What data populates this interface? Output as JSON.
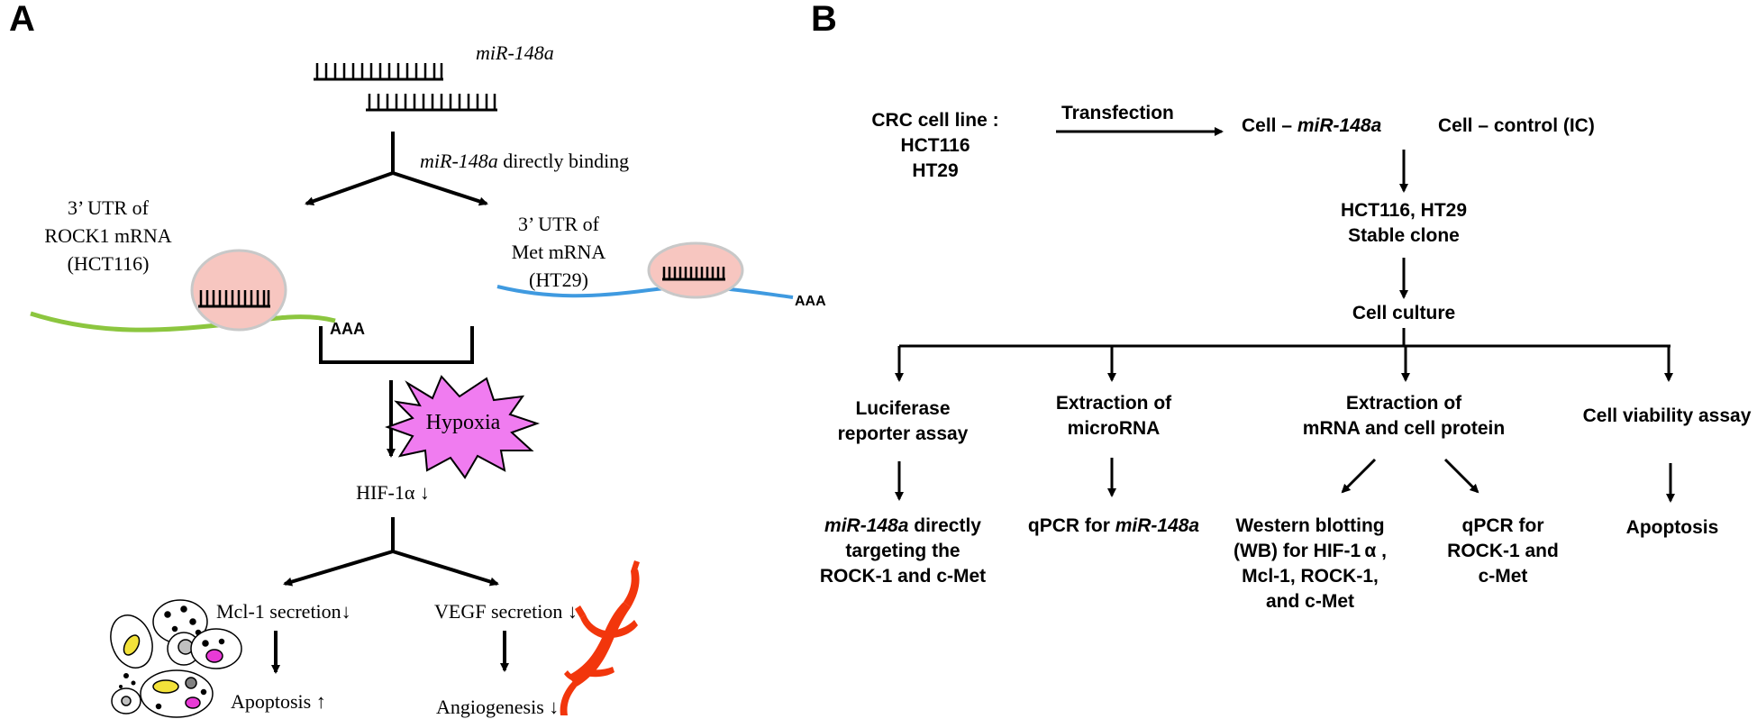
{
  "panel_a": {
    "letter": "A",
    "mirna_label": "miR-148a",
    "binding_italic": "miR-148a",
    "binding_rest": " directly binding",
    "rock1_line1": "3’ UTR of",
    "rock1_line2": "ROCK1 mRNA",
    "rock1_line3": "(HCT116)",
    "met_line1": "3’ UTR of",
    "met_line2": "Met mRNA",
    "met_line3": "(HT29)",
    "polya_left": "AAA",
    "polya_right": "AAA",
    "hypoxia": "Hypoxia",
    "hif": "HIF-1α ↓",
    "mcl1": "Mcl-1 secretion↓",
    "vegf": "VEGF secretion ↓",
    "apoptosis": "Apoptosis ↑",
    "angiogenesis": "Angiogenesis ↓",
    "colors": {
      "rock1_strand": "#8cc63f",
      "met_strand": "#3f9ae0",
      "circle_fill": "#f7c6c0",
      "circle_edge": "#c8c8c8",
      "hypoxia_fill": "#f07cf0",
      "vessel": "#f2360c",
      "cell_yellow": "#f3e23a",
      "cell_magenta": "#e83ad6"
    }
  },
  "panel_b": {
    "letter": "B",
    "crc_line1": "CRC cell line :",
    "crc_line2": "HCT116",
    "crc_line3": "HT29",
    "transfection": "Transfection",
    "cell_mir_prefix": "Cell – ",
    "cell_mir_italic": "miR-148a",
    "cell_control": "Cell – control (IC)",
    "stable_line1": "HCT116, HT29",
    "stable_line2": "Stable clone",
    "culture": "Cell culture",
    "luc_line1": "Luciferase",
    "luc_line2": "reporter assay",
    "extr_mirna_line1": "Extraction of",
    "extr_mirna_line2": "microRNA",
    "extr_mrna_line1": "Extraction of",
    "extr_mrna_line2": "mRNA and cell protein",
    "viability": "Cell viability assay",
    "luc_res_italic": "miR-148a",
    "luc_res_line1_rest": " directly",
    "luc_res_line2": "targeting the",
    "luc_res_line3": "ROCK-1 and c-Met",
    "qpcr_mir_prefix": "qPCR for ",
    "qpcr_mir_italic": "miR-148a",
    "wb_line1": "Western blotting",
    "wb_line2": "(WB) for HIF-1 α ,",
    "wb_line3": "Mcl-1, ROCK-1,",
    "wb_line4": "and c-Met",
    "qpcr_rock_line1": "qPCR for",
    "qpcr_rock_line2": "ROCK-1 and",
    "qpcr_rock_line3": "c-Met",
    "apoptosis": "Apoptosis"
  }
}
